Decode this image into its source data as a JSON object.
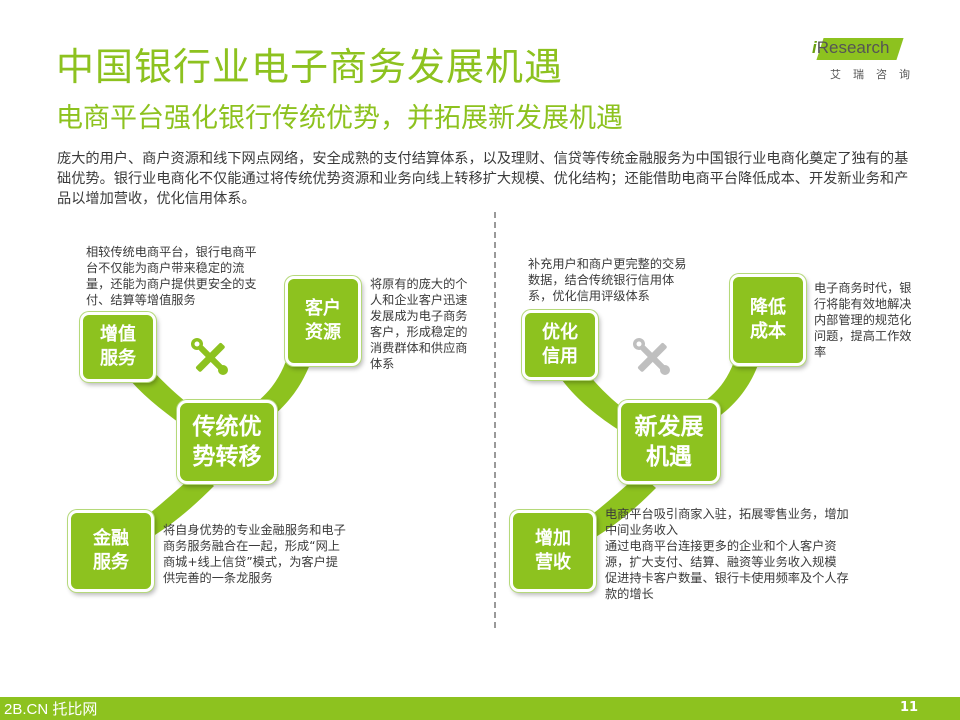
{
  "header": {
    "title": "中国银行业电子商务发展机遇",
    "subtitle": "电商平台强化银行传统优势，并拓展新发展机遇"
  },
  "logo": {
    "letter_i": "i",
    "word": "Research",
    "chinese": "艾瑞咨询"
  },
  "intro": "庞大的用户、商户资源和线下网点网络，安全成熟的支付结算体系，以及理财、信贷等传统金融服务为中国银行业电商化奠定了独有的基础优势。银行业电商化不仅能通过将传统优势资源和业务向线上转移扩大规模、优化结构；还能借助电商平台降低成本、开发新业务和产品以增加营收，优化信用体系。",
  "left_diagram": {
    "center": "传统优\n势转移",
    "node_top_left": "增值\n服务",
    "node_top_right": "客户\n资源",
    "node_bottom_left": "金融\n服务",
    "note_top_left": "相较传统电商平台，银行电商平\n台不仅能为商户带来稳定的流\n量，还能为商户提供更安全的支\n付、结算等增值服务",
    "note_top_right": "将原有的庞大的个\n人和企业客户迅速\n发展成为电子商务\n客户，形成稳定的\n消费群体和供应商\n体系",
    "note_bottom": "将自身优势的专业金融服务和电子\n商务服务融合在一起，形成“网上\n商城+线上信贷”模式，为客户提\n供完善的一条龙服务",
    "icon": "wrench-screwdriver-icon"
  },
  "right_diagram": {
    "center": "新发展\n机遇",
    "node_top_left": "优化\n信用",
    "node_top_right": "降低\n成本",
    "node_bottom_left": "增加\n营收",
    "note_top_left": "补充用户和商户更完整的交易\n数据，结合传统银行信用体\n系，优化信用评级体系",
    "note_top_right": "电子商务时代，银\n行将能有效地解决\n内部管理的规范化\n问题，提高工作效\n率",
    "note_bottom": "电商平台吸引商家入驻，拓展零售业务，增加\n中间业务收入\n通过电商平台连接更多的企业和个人客户资\n源，扩大支付、结算、融资等业务收入规模\n促进持卡客户数量、银行卡使用频率及个人存\n款的增长",
    "icon": "wrench-screwdriver-icon"
  },
  "footer": {
    "brand": "2B.CN 托比网",
    "page": "11"
  },
  "colors": {
    "accent": "#8dc21f",
    "text": "#3c3c3c",
    "icon_left": "#8dc21f",
    "icon_right": "#bfbfbf"
  }
}
